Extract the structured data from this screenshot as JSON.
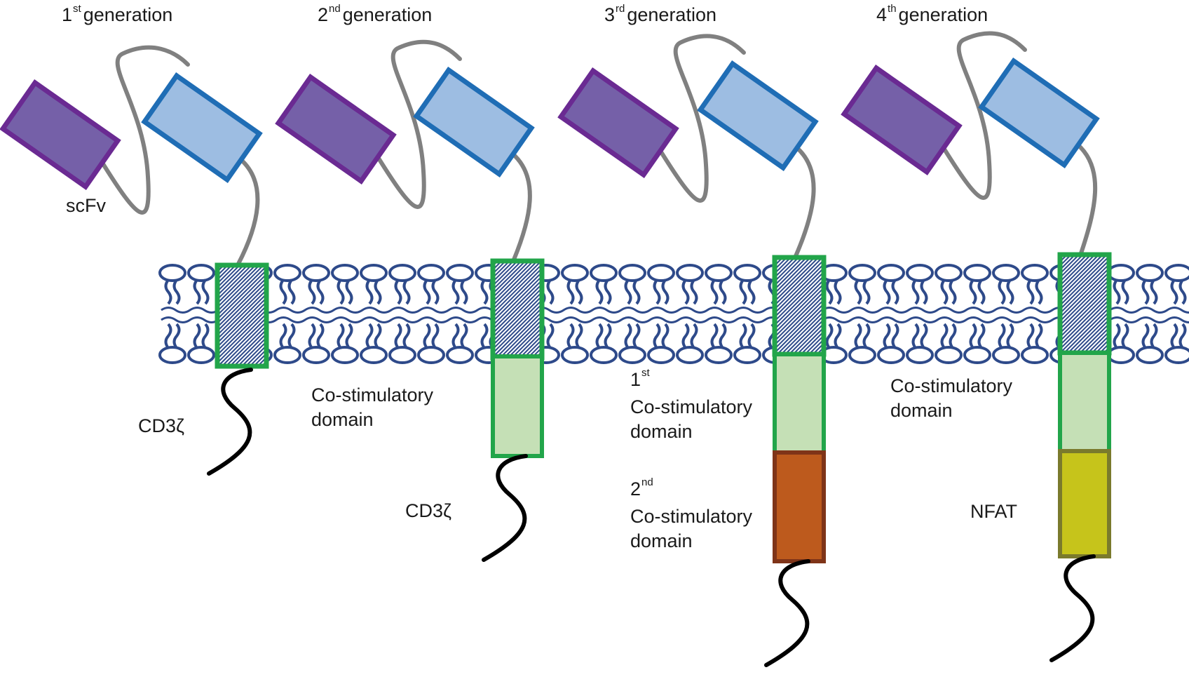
{
  "diagram": {
    "generations": [
      {
        "number": "1",
        "suffix": "st",
        "word": "generation",
        "costim_domains": 0,
        "extra_domain": null
      },
      {
        "number": "2",
        "suffix": "nd",
        "word": "generation",
        "costim_domains": 1,
        "extra_domain": null
      },
      {
        "number": "3",
        "suffix": "rd",
        "word": "generation",
        "costim_domains": 2,
        "extra_domain": "costim-2"
      },
      {
        "number": "4",
        "suffix": "th",
        "word": "generation",
        "costim_domains": 1,
        "extra_domain": "nfat"
      }
    ],
    "labels": {
      "scfv": "scFv",
      "cd3z": "CD3ζ",
      "costim_line1": "Co-stimulatory",
      "costim_line2": "domain",
      "first_num": "1",
      "first_suffix": "st",
      "second_num": "2",
      "second_suffix": "nd",
      "nfat": "NFAT"
    },
    "colors": {
      "vl_fill": "#7560a8",
      "vl_stroke": "#6a2a92",
      "vh_fill": "#9dbde2",
      "vh_stroke": "#1f6db5",
      "linker": "#808080",
      "membrane": "#2e4a8a",
      "transmembrane_stroke": "#22a54a",
      "costim_fill": "#c5e0b6",
      "costim2_fill": "#bd5a1d",
      "costim2_stroke": "#7f3418",
      "nfat_fill": "#c6c41b",
      "nfat_stroke": "#7a7a2c",
      "tail": "#000000"
    }
  }
}
